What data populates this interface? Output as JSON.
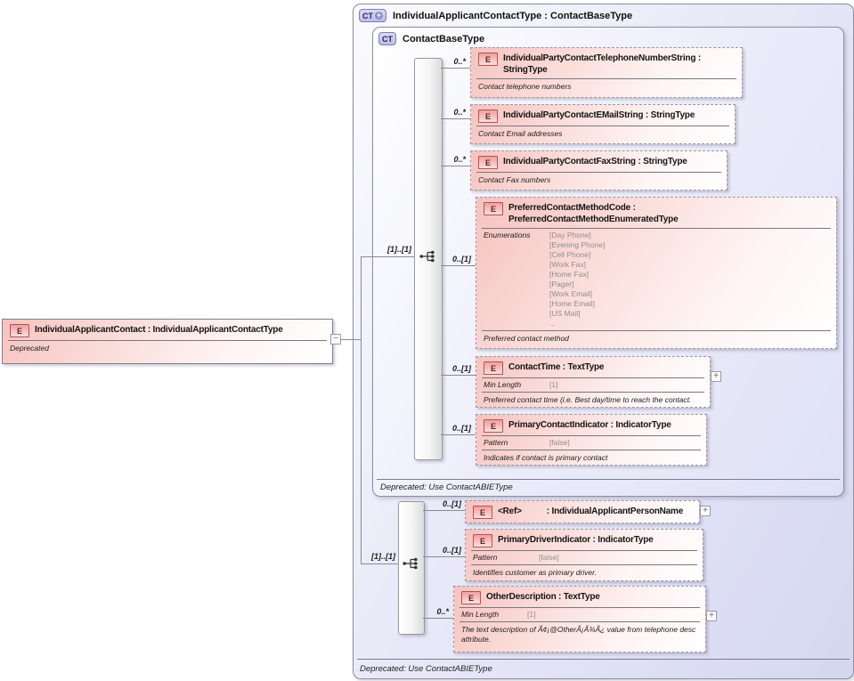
{
  "symbols": {
    "element_icon": "E",
    "complex_type_icon": "CT",
    "plus_badge": "+",
    "expand": "+",
    "collapse": "−"
  },
  "colors": {
    "container_fill": "#d5d7f2",
    "element_fill_top": "#f6c3bf",
    "element_icon_border": "#b05555",
    "ct_icon_fill": "#bcbce8",
    "line": "#8a8a96"
  },
  "left_element": {
    "title": "IndividualApplicantContact : IndividualApplicantContactType",
    "note": "Deprecated"
  },
  "outer": {
    "title": "IndividualApplicantContactType : ContactBaseType",
    "footer": "Deprecated: Use ContactABIEType"
  },
  "inner": {
    "title": "ContactBaseType",
    "footer": "Deprecated: Use ContactABIEType",
    "sequence_cardinality": "[1]..[1]",
    "elements": [
      {
        "cardinality": "0..*",
        "title": "IndividualPartyContactTelephoneNumberString : StringType",
        "annotation": "Contact telephone numbers"
      },
      {
        "cardinality": "0..*",
        "title": "IndividualPartyContactEMailString : StringType",
        "annotation": "Contact Email addresses"
      },
      {
        "cardinality": "0..*",
        "title": "IndividualPartyContactFaxString : StringType",
        "annotation": "Contact Fax numbers"
      },
      {
        "cardinality": "0..[1]",
        "title": "PreferredContactMethodCode : PreferredContactMethodEnumeratedType",
        "facet_label": "Enumerations",
        "enumerations": [
          "[Day Phone]",
          "[Evening Phone]",
          "[Cell Phone]",
          "[Work Fax]",
          "[Home Fax]",
          "[Pager]",
          "[Work Email]",
          "[Home Email]",
          "[US Mail]",
          "..."
        ],
        "annotation": "Preferred contact method"
      },
      {
        "cardinality": "0..[1]",
        "title": "ContactTime : TextType",
        "facet_label": "Min Length",
        "facet_value": "[1]",
        "annotation": "Preferred contact time (i.e. Best day/time to reach the contact."
      },
      {
        "cardinality": "0..[1]",
        "title": "PrimaryContactIndicator : IndicatorType",
        "facet_label": "Pattern",
        "facet_value": "[false]",
        "annotation": "Indicates if contact is primary contact"
      }
    ]
  },
  "lower": {
    "sequence_cardinality": "[1]..[1]",
    "elements": [
      {
        "cardinality": "0..[1]",
        "name": "<Ref>",
        "type": ": IndividualApplicantPersonName"
      },
      {
        "cardinality": "0..[1]",
        "title": "PrimaryDriverIndicator : IndicatorType",
        "facet_label": "Pattern",
        "facet_value": "[false]",
        "annotation": "Identifies customer as primary driver."
      },
      {
        "cardinality": "0..*",
        "title": "OtherDescription : TextType",
        "facet_label": "Min Length",
        "facet_value": "[1]",
        "annotation": "The text description of Ã¢¡@OtherÃ¡Ã¾Ã¿ value from telephone desc attribute."
      }
    ]
  }
}
